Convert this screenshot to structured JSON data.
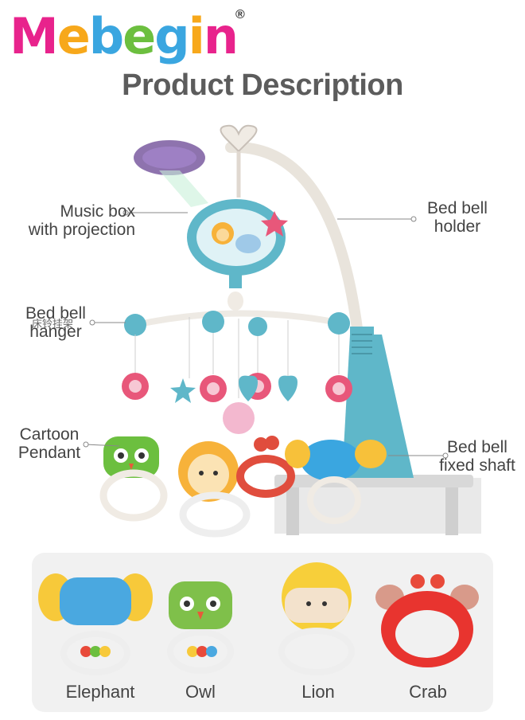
{
  "brand": {
    "name_letters": [
      "M",
      "e",
      "b",
      "e",
      "g",
      "i",
      "n"
    ],
    "letter_colors": [
      "#e8238c",
      "#f7a81b",
      "#3aa6e0",
      "#6cbf3f",
      "#3aa6e0",
      "#f7a81b",
      "#e8238c"
    ],
    "registered": "®"
  },
  "title": "Product Description",
  "labels": {
    "music_box": "Music box\nwith projection",
    "holder": "Bed bell\nholder",
    "hanger": "Bed bell\nhanger",
    "hanger_overlap": "床铃挂架",
    "pendant": "Cartoon\nPendant",
    "shaft": "Bed bell\nfixed shaft"
  },
  "toys": [
    "Elephant",
    "Owl",
    "Lion",
    "Crab"
  ],
  "colors": {
    "mobile_blue": "#5fb7c9",
    "arm": "#f2f2f2",
    "title": "#5c5c5c",
    "panel": "#f1f1f1"
  }
}
